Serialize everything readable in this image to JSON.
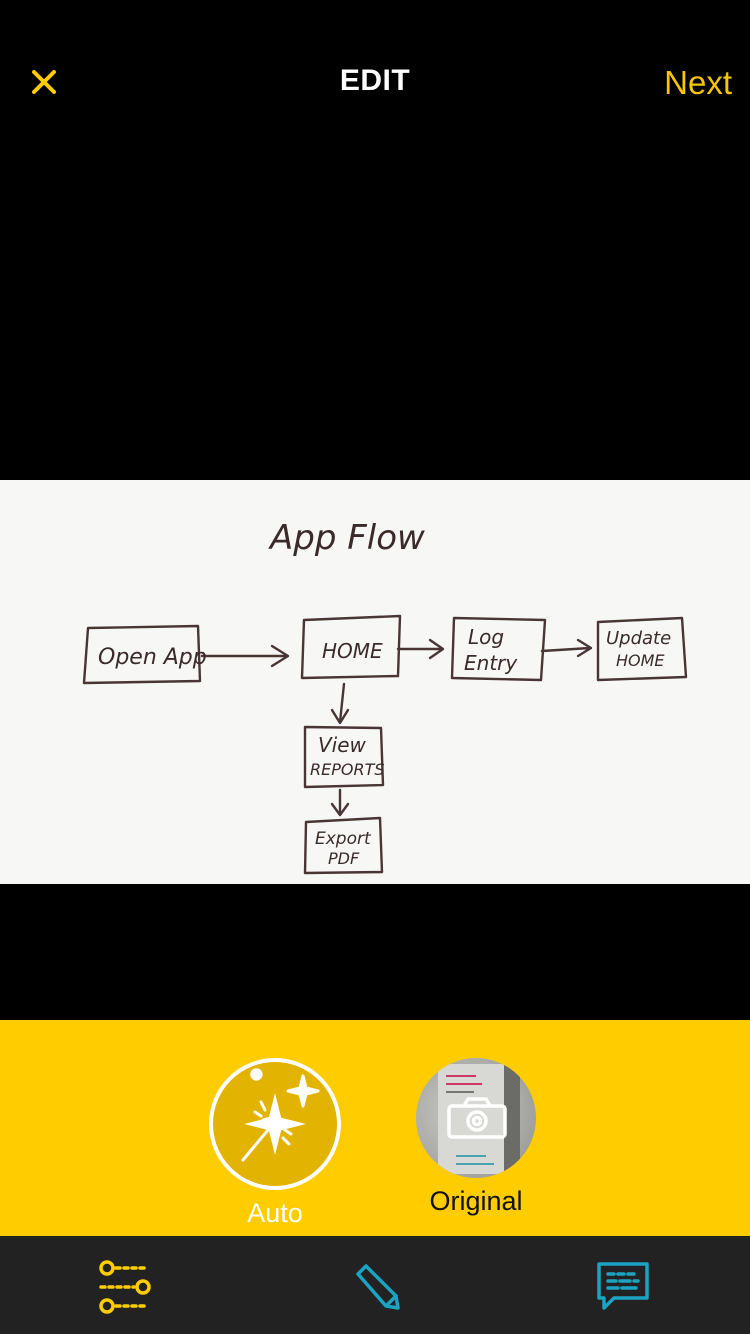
{
  "header": {
    "close_icon": "close-icon",
    "title": "EDIT",
    "next_label": "Next"
  },
  "photo": {
    "heading": "App Flow",
    "boxes": {
      "open_app": "Open App",
      "home": "HOME",
      "log_entry_1": "Log",
      "log_entry_2": "Entry",
      "update_home_1": "Update",
      "update_home_2": "HOME",
      "view_reports_1": "View",
      "view_reports_2": "REPORTS",
      "export_pdf_1": "Export",
      "export_pdf_2": "PDF"
    }
  },
  "filters": {
    "items": [
      {
        "label": "Auto",
        "icon": "magic-wand-icon",
        "selected": true
      },
      {
        "label": "Original",
        "icon": "camera-icon",
        "selected": false
      }
    ]
  },
  "toolbar": {
    "items": [
      {
        "icon": "filters-icon"
      },
      {
        "icon": "pencil-icon"
      },
      {
        "icon": "text-recognition-icon"
      }
    ]
  },
  "colors": {
    "accent": "#ffcc00",
    "next": "#f7c600",
    "toolbar_bg": "#222222",
    "teal": "#1aa3c2"
  }
}
